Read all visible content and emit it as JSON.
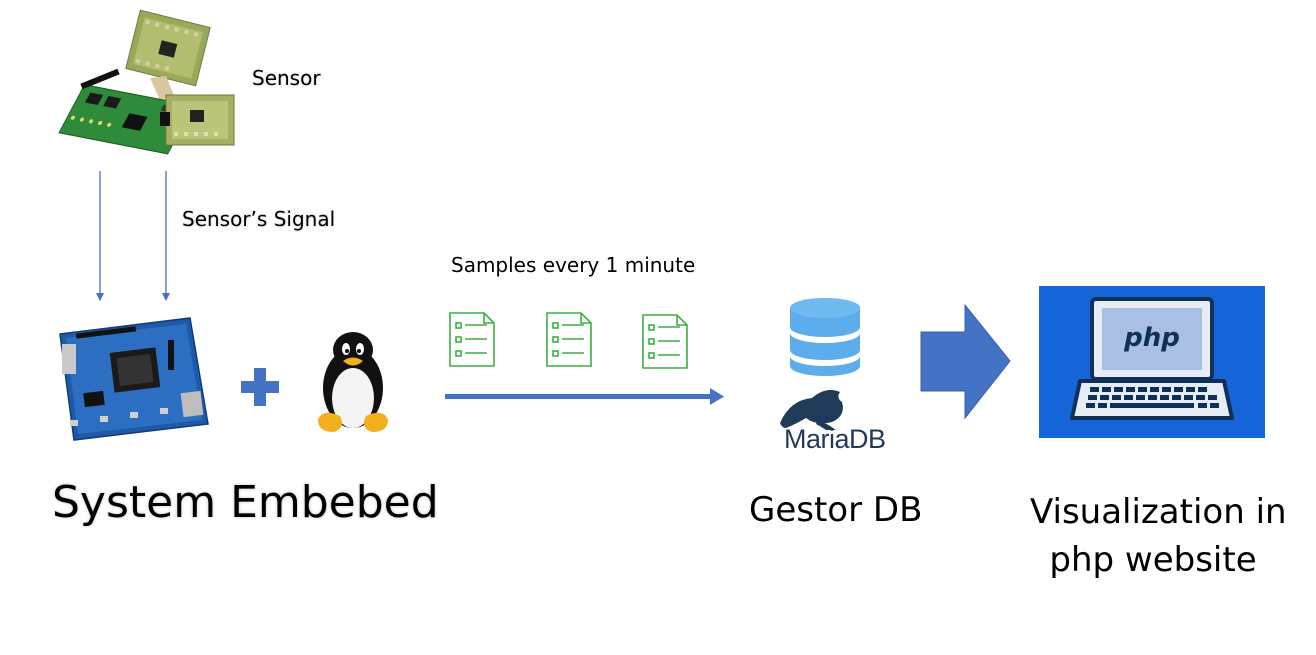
{
  "labels": {
    "sensor": "Sensor",
    "sensor_signal": "Sensor’s Signal",
    "samples": "Samples every 1 minute",
    "system_embedded": "System Embebed",
    "gestor_db": "Gestor DB",
    "visualization_line1": "Visualization in",
    "visualization_line2": "php website"
  },
  "logos": {
    "mariadb": "MariaDB",
    "php": "php"
  },
  "icons": [
    "sensor-board-image",
    "fpga-board-image",
    "plus-icon",
    "linux-tux-icon",
    "document-icon",
    "database-icon",
    "mariadb-seal-icon",
    "laptop-php-icon",
    "arrow-right-icon"
  ],
  "colors": {
    "arrow_blue": "#4472C4",
    "document_green": "#3CB043",
    "database_blue": "#5DADEC",
    "php_panel_blue": "#1565D8",
    "plus_blue": "#4472C4"
  }
}
